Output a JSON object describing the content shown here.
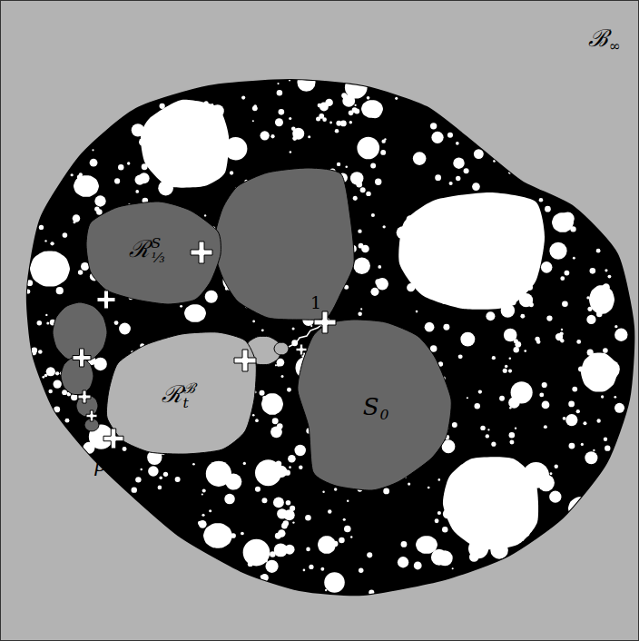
{
  "diagram": {
    "nodes": [
      {
        "text": [
          "ℛS⅓"
        ]
      },
      {
        "text": [
          "ℛℬt"
        ]
      },
      {
        "text": [
          "S0"
        ]
      }
    ],
    "labels": [
      "ℬ∞",
      "1",
      "β"
    ]
  }
}
